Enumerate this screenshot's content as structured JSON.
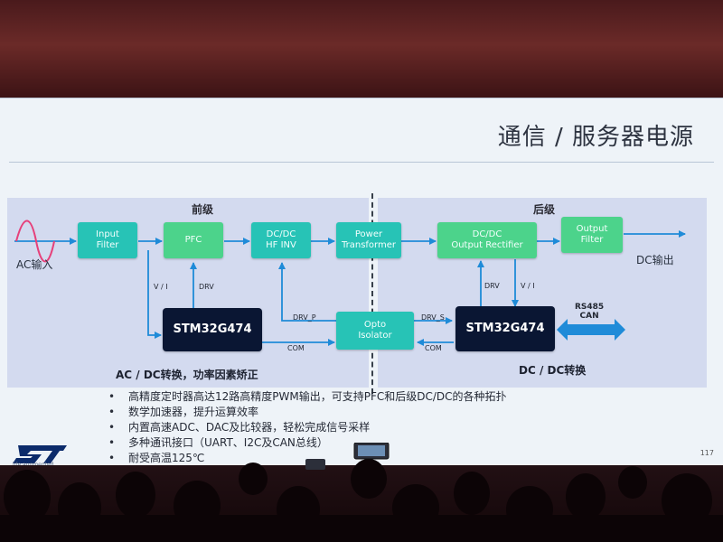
{
  "slide": {
    "title": "通信 / 服务器电源",
    "page_number": "117",
    "logo_tagline": "life.augmented"
  },
  "diagram": {
    "front_stage": {
      "label": "前级",
      "caption": "AC / DC转换，功率因素矫正",
      "input": "AC输入",
      "blocks": {
        "input_filter": "Input\nFilter",
        "pfc": "PFC",
        "dcdc_hf_inv": "DC/DC\nHF INV",
        "mcu": "STM32G474"
      }
    },
    "shared": {
      "power_transformer": "Power\nTransformer",
      "opto_isolator": "Opto\nIsolator"
    },
    "rear_stage": {
      "label": "后级",
      "caption": "DC / DC转换",
      "output": "DC输出",
      "blocks": {
        "dcdc_output_rectifier": "DC/DC\nOutput Rectifier",
        "output_filter": "Output\nFilter",
        "mcu": "STM32G474"
      },
      "comm": "RS485\nCAN"
    },
    "signals": {
      "vi_left": "V / I",
      "drv_left": "DRV",
      "drv_p": "DRV_P",
      "com_left": "COM",
      "drv_s": "DRV_S",
      "com_right": "COM",
      "drv_right": "DRV",
      "vi_right": "V / I"
    },
    "colors": {
      "block_teal": "#27c3b6",
      "block_green": "#4cd38b",
      "mcu_navy": "#0a1633",
      "arrow_blue": "#1f8bd8",
      "input_wave": "#e6407a",
      "panel": "#d3daef"
    }
  },
  "bullets": [
    "高精度定时器高达12路高精度PWM输出，可支持PFC和后级DC/DC的各种拓扑",
    "数学加速器，提升运算效率",
    "内置高速ADC、DAC及比较器，轻松完成信号采样",
    "多种通讯接口（UART、I2C及CAN总线）",
    "耐受高温125℃"
  ]
}
